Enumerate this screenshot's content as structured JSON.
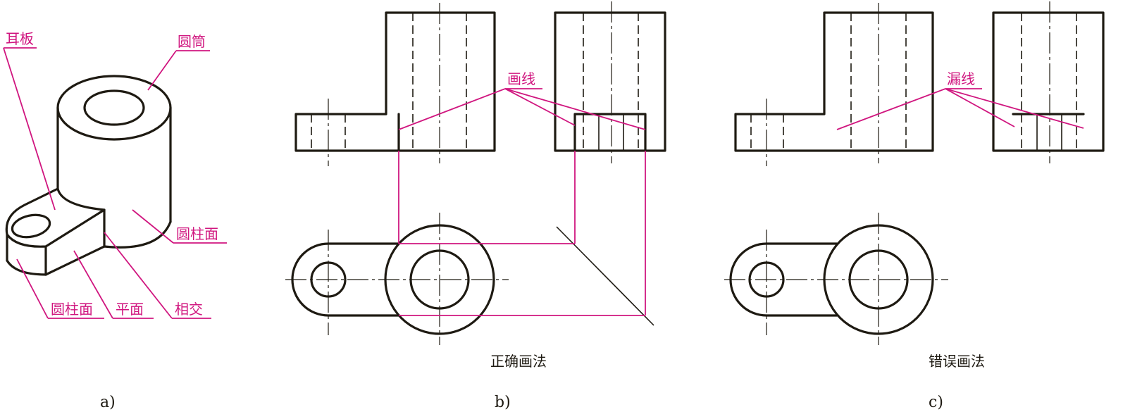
{
  "panel_a": {
    "labels": {
      "lug": "耳板",
      "tube": "圆筒",
      "cyl_face_right": "圆柱面",
      "cyl_face_left": "圆柱面",
      "plane": "平面",
      "intersect": "相交"
    },
    "caption": "a)"
  },
  "panel_b": {
    "note": "画线",
    "title": "正确画法",
    "caption": "b)"
  },
  "panel_c": {
    "note": "漏线",
    "title": "错误画法",
    "caption": "c)"
  },
  "colors": {
    "line": "#1e1a12",
    "annotation": "#d0167f",
    "background": "#ffffff"
  }
}
